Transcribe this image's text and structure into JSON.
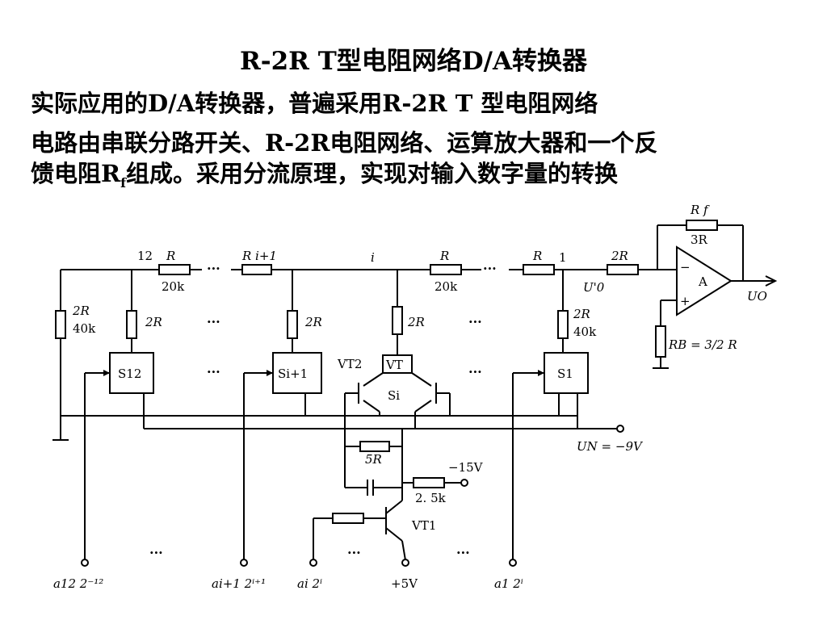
{
  "title": "R-2R T型电阻网络D/A转换器",
  "line1": "实际应用的D/A转换器，普遍采用R-2R T 型电阻网络",
  "line2": "电路由串联分路开关、R-2R电阻网络、运算放大器和一个反",
  "line3_a": "馈电阻R",
  "line3_sub": "f",
  "line3_b": "组成。采用分流原理，实现对输入数字量的转换",
  "circuit": {
    "node_12": "12",
    "r_series_label": "R",
    "r_series_value": "20k",
    "r_i1_label": "R i+1",
    "node_i": "i",
    "node_1": "1",
    "r_2r": "2R",
    "r_2r_value": "40k",
    "rf_label": "R f",
    "rf_value": "3R",
    "opamp": "A",
    "minus": "−",
    "plus": "+",
    "u0_prime": "U'0",
    "uo": "UO",
    "rb_label": "RB = 3/2 R",
    "switch_12": "S12",
    "switch_i1": "Si+1",
    "switch_1": "S1",
    "switch_i": "Si",
    "vt2": "VT2",
    "vt": "VT",
    "vt1": "VT1",
    "r_5r": "5R",
    "v_neg15": "−15V",
    "r_2_5k": "2. 5k",
    "un": "UN = −9V",
    "input_12": "a12 2⁻¹²",
    "input_i1": "ai+1 2ⁱ⁺¹",
    "input_i": "ai 2ⁱ",
    "v_pos5": "+5V",
    "input_1": "a1 2ⁱ",
    "ellipsis": "···"
  }
}
